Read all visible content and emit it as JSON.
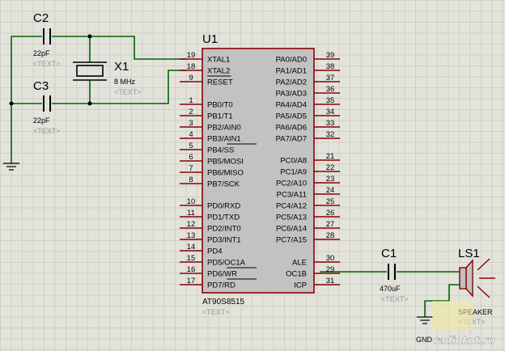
{
  "chip": {
    "ref": "U1",
    "part": "AT90S8515",
    "text_placeholder": "<TEXT>",
    "left_pins": [
      {
        "num": "19",
        "name": "XTAL1"
      },
      {
        "num": "18",
        "name": "XTAL2"
      },
      {
        "num": "9",
        "name": "RESET"
      },
      {
        "num": "1",
        "name": "PB0/T0"
      },
      {
        "num": "2",
        "name": "PB1/T1"
      },
      {
        "num": "3",
        "name": "PB2/AIN0"
      },
      {
        "num": "4",
        "name": "PB3/AIN1"
      },
      {
        "num": "5",
        "name": "PB4/SS"
      },
      {
        "num": "6",
        "name": "PB5/MOSI"
      },
      {
        "num": "7",
        "name": "PB6/MISO"
      },
      {
        "num": "8",
        "name": "PB7/SCK"
      },
      {
        "num": "10",
        "name": "PD0/RXD"
      },
      {
        "num": "11",
        "name": "PD1/TXD"
      },
      {
        "num": "12",
        "name": "PD2/INT0"
      },
      {
        "num": "13",
        "name": "PD3/INT1"
      },
      {
        "num": "14",
        "name": "PD4"
      },
      {
        "num": "15",
        "name": "PD5/OC1A"
      },
      {
        "num": "16",
        "name": "PD6/WR"
      },
      {
        "num": "17",
        "name": "PD7/RD"
      }
    ],
    "right_pins": [
      {
        "num": "39",
        "name": "PA0/AD0"
      },
      {
        "num": "38",
        "name": "PA1/AD1"
      },
      {
        "num": "37",
        "name": "PA2/AD2"
      },
      {
        "num": "36",
        "name": "PA3/AD3"
      },
      {
        "num": "35",
        "name": "PA4/AD4"
      },
      {
        "num": "34",
        "name": "PA5/AD5"
      },
      {
        "num": "33",
        "name": "PA6/AD6"
      },
      {
        "num": "32",
        "name": "PA7/AD7"
      },
      {
        "num": "21",
        "name": "PC0/A8"
      },
      {
        "num": "22",
        "name": "PC1/A9"
      },
      {
        "num": "23",
        "name": "PC2/A10"
      },
      {
        "num": "24",
        "name": "PC3/A11"
      },
      {
        "num": "25",
        "name": "PC4/A12"
      },
      {
        "num": "26",
        "name": "PC5/A13"
      },
      {
        "num": "27",
        "name": "PC6/A14"
      },
      {
        "num": "28",
        "name": "PC7/A15"
      },
      {
        "num": "30",
        "name": "ALE"
      },
      {
        "num": "29",
        "name": "OC1B"
      },
      {
        "num": "31",
        "name": "ICP"
      }
    ]
  },
  "c2": {
    "ref": "C2",
    "value": "22pF",
    "text": "<TEXT>"
  },
  "c3": {
    "ref": "C3",
    "value": "22pF",
    "text": "<TEXT>"
  },
  "x1": {
    "ref": "X1",
    "value": "8 MHz",
    "text": "<TEXT>"
  },
  "c1": {
    "ref": "C1",
    "value": "470uF",
    "text": "<TEXT>"
  },
  "ls1": {
    "ref": "LS1",
    "value": "SPEAKER",
    "text": "<TEXT>"
  },
  "gnd_label": "GND",
  "watermark": "radiokot.ru",
  "colors": {
    "wire": "#006400",
    "body": "#c2c2c2",
    "outline": "#8b0000",
    "background": "#e3e3dc"
  }
}
